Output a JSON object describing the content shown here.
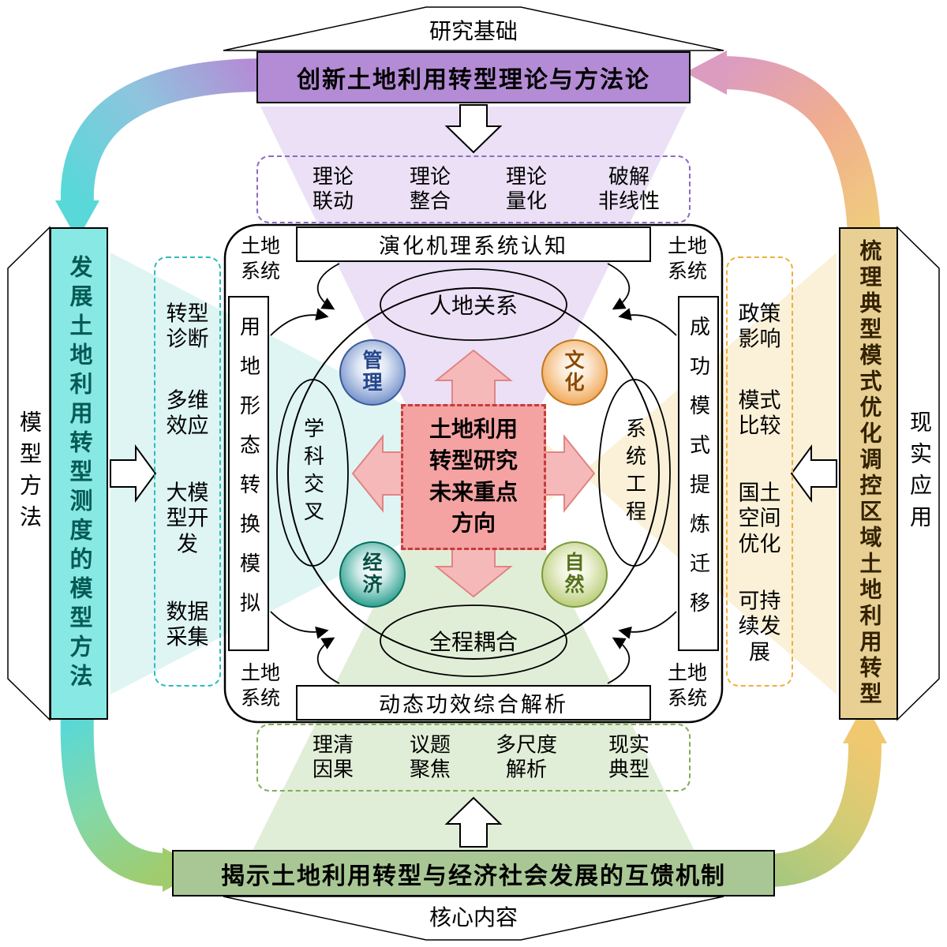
{
  "top": {
    "pennant": "研究基础",
    "box": "创新土地利用转型理论与方法论",
    "items": [
      [
        "理论",
        "联动"
      ],
      [
        "理论",
        "整合"
      ],
      [
        "理论",
        "量化"
      ],
      [
        "破解",
        "非线性"
      ]
    ]
  },
  "bottom": {
    "pennant": "核心内容",
    "box": "揭示土地利用转型与经济社会发展的互馈机制",
    "items": [
      [
        "理清",
        "因果"
      ],
      [
        "议题",
        "聚焦"
      ],
      [
        "多尺度",
        "解析"
      ],
      [
        "现实",
        "典型"
      ]
    ]
  },
  "left": {
    "pennant": "模型方法",
    "box": "发展土地利用转型测度的模型方法",
    "items": [
      "转型诊断",
      "多维效应",
      "大模型开发",
      "数据采集"
    ]
  },
  "right": {
    "pennant": "现实应用",
    "box": "梳理典型模式优化调控区域土地利用转型",
    "items": [
      "政策影响",
      "模式比较",
      "国土空间优化",
      "可持续发展"
    ]
  },
  "core": {
    "top_bar": "演化机理系统认知",
    "bottom_bar": "动态功效综合解析",
    "left_bar": "用地形态转换模拟",
    "right_bar": "成功模式提炼迁移",
    "corner_tl": "土地系统",
    "corner_tr": "土地系统",
    "corner_bl": "土地系统",
    "corner_br": "土地系统",
    "ellipse_top": "人地关系",
    "ellipse_bottom": "全程耦合",
    "ellipse_left": "学科交叉",
    "ellipse_right": "系统工程",
    "sphere_tl": "管理",
    "sphere_tr": "文化",
    "sphere_bl": "经济",
    "sphere_br": "自然",
    "center_lines": [
      "土地利用",
      "转型研究",
      "未来重点",
      "方向"
    ]
  },
  "colors": {
    "purple_box": "#b48bd5",
    "green_box": "#a9c795",
    "cyan_box": "#88e8e4",
    "khaki_box": "#e8cf94",
    "center_fill": "#f5a2a2",
    "center_border": "#c43c3c",
    "dashed_purple": "#8a6ac4",
    "dashed_green": "#7fae57",
    "dashed_cyan": "#2cbcbc",
    "dashed_orange": "#f0ae3e",
    "fan_purple": "#e7daf3",
    "fan_green": "#dcebd0",
    "fan_cyan": "#d8f3f1",
    "fan_orange": "#faefd4",
    "sphere_blue": "#7b96cc",
    "sphere_orange": "#f2ab5e",
    "sphere_teal": "#35a494",
    "sphere_green": "#bccf7d"
  }
}
